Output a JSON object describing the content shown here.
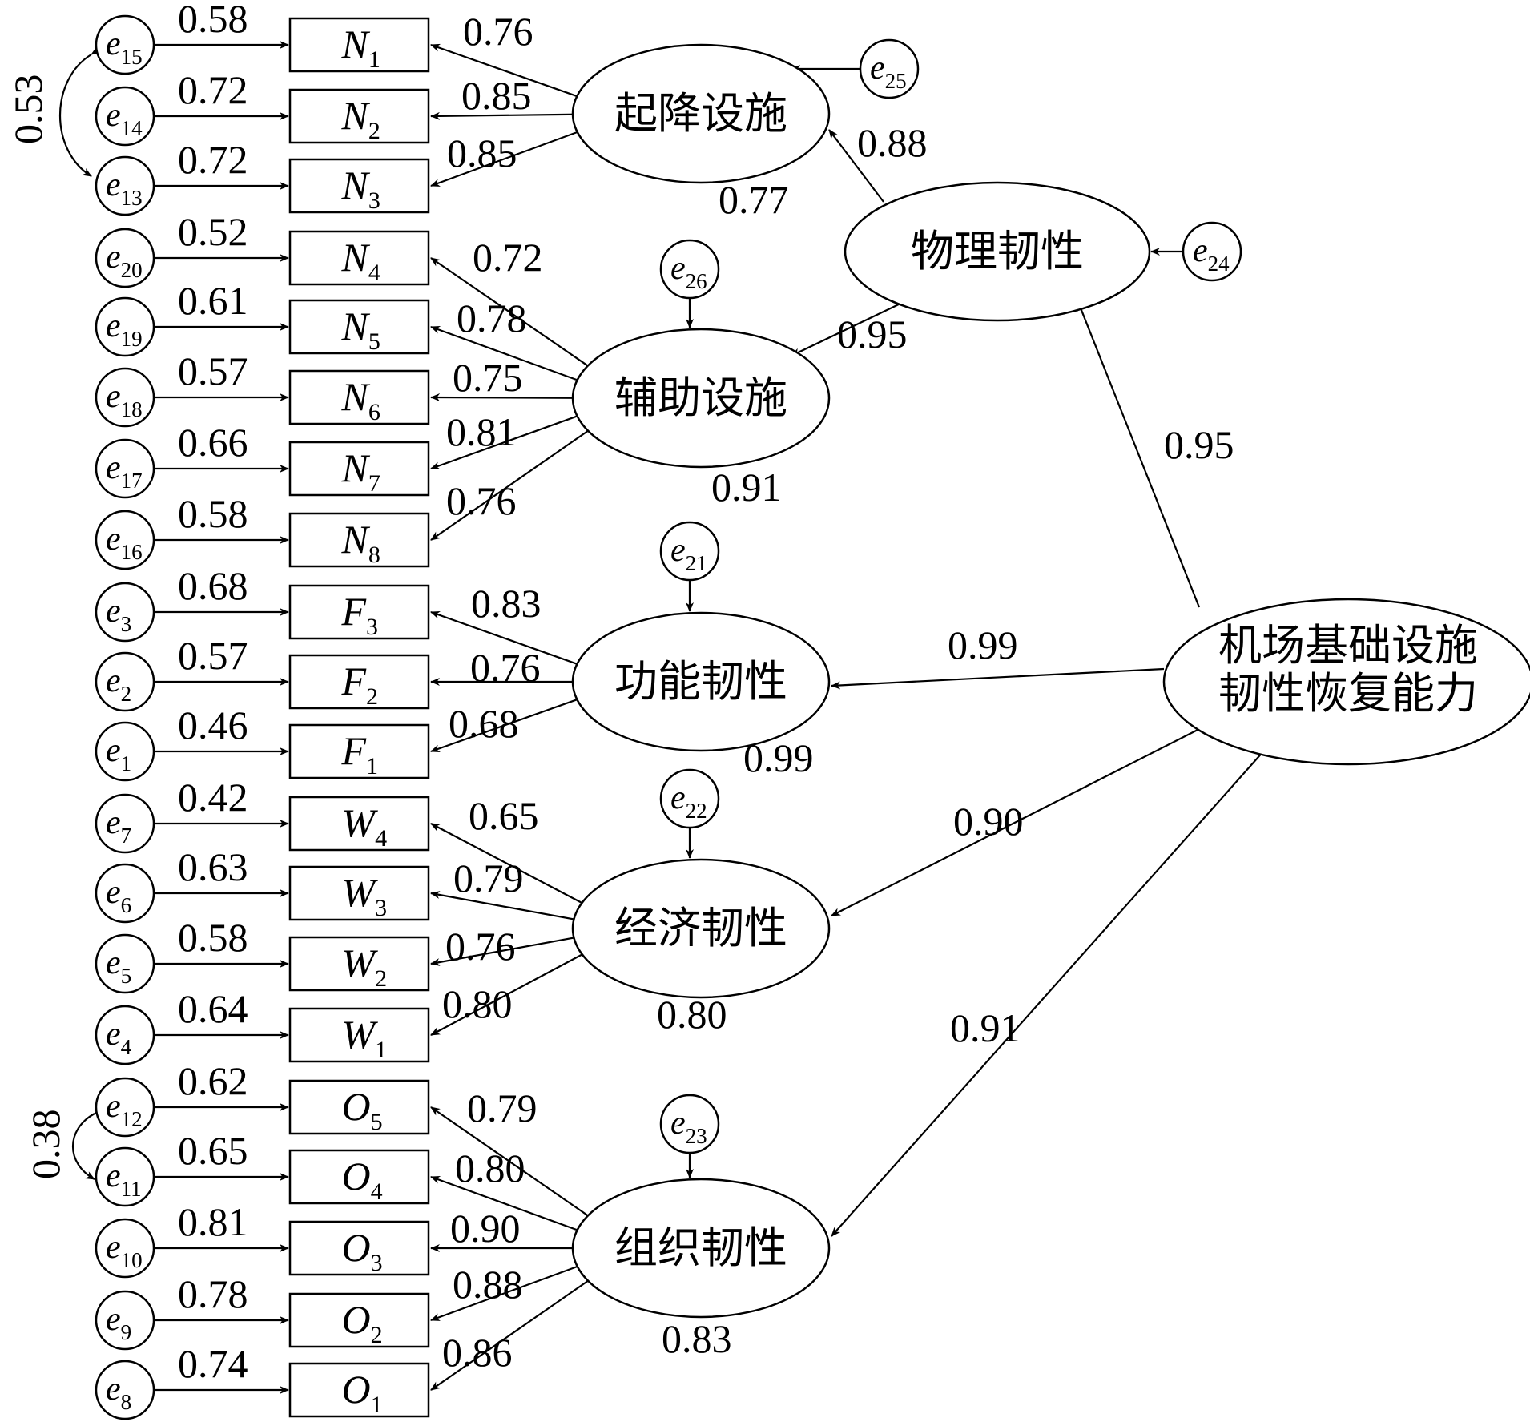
{
  "indicators": [
    {
      "id": "N1",
      "letter": "N",
      "sub": "1",
      "error": {
        "letter": "e",
        "sub": "15"
      },
      "error_loading": "0.58",
      "factor_loading": "0.76"
    },
    {
      "id": "N2",
      "letter": "N",
      "sub": "2",
      "error": {
        "letter": "e",
        "sub": "14"
      },
      "error_loading": "0.72",
      "factor_loading": "0.85"
    },
    {
      "id": "N3",
      "letter": "N",
      "sub": "3",
      "error": {
        "letter": "e",
        "sub": "13"
      },
      "error_loading": "0.72",
      "factor_loading": "0.85"
    },
    {
      "id": "N4",
      "letter": "N",
      "sub": "4",
      "error": {
        "letter": "e",
        "sub": "20"
      },
      "error_loading": "0.52",
      "factor_loading": "0.72"
    },
    {
      "id": "N5",
      "letter": "N",
      "sub": "5",
      "error": {
        "letter": "e",
        "sub": "19"
      },
      "error_loading": "0.61",
      "factor_loading": "0.78"
    },
    {
      "id": "N6",
      "letter": "N",
      "sub": "6",
      "error": {
        "letter": "e",
        "sub": "18"
      },
      "error_loading": "0.57",
      "factor_loading": "0.75"
    },
    {
      "id": "N7",
      "letter": "N",
      "sub": "7",
      "error": {
        "letter": "e",
        "sub": "17"
      },
      "error_loading": "0.66",
      "factor_loading": "0.81"
    },
    {
      "id": "N8",
      "letter": "N",
      "sub": "8",
      "error": {
        "letter": "e",
        "sub": "16"
      },
      "error_loading": "0.58",
      "factor_loading": "0.76"
    },
    {
      "id": "F3",
      "letter": "F",
      "sub": "3",
      "error": {
        "letter": "e",
        "sub": "3"
      },
      "error_loading": "0.68",
      "factor_loading": "0.83"
    },
    {
      "id": "F2",
      "letter": "F",
      "sub": "2",
      "error": {
        "letter": "e",
        "sub": "2"
      },
      "error_loading": "0.57",
      "factor_loading": "0.76"
    },
    {
      "id": "F1",
      "letter": "F",
      "sub": "1",
      "error": {
        "letter": "e",
        "sub": "1"
      },
      "error_loading": "0.46",
      "factor_loading": "0.68"
    },
    {
      "id": "W4",
      "letter": "W",
      "sub": "4",
      "error": {
        "letter": "e",
        "sub": "7"
      },
      "error_loading": "0.42",
      "factor_loading": "0.65"
    },
    {
      "id": "W3",
      "letter": "W",
      "sub": "3",
      "error": {
        "letter": "e",
        "sub": "6"
      },
      "error_loading": "0.63",
      "factor_loading": "0.79"
    },
    {
      "id": "W2",
      "letter": "W",
      "sub": "2",
      "error": {
        "letter": "e",
        "sub": "5"
      },
      "error_loading": "0.58",
      "factor_loading": "0.76"
    },
    {
      "id": "W1",
      "letter": "W",
      "sub": "1",
      "error": {
        "letter": "e",
        "sub": "4"
      },
      "error_loading": "0.64",
      "factor_loading": "0.80"
    },
    {
      "id": "O5",
      "letter": "O",
      "sub": "5",
      "error": {
        "letter": "e",
        "sub": "12"
      },
      "error_loading": "0.62",
      "factor_loading": "0.79"
    },
    {
      "id": "O4",
      "letter": "O",
      "sub": "4",
      "error": {
        "letter": "e",
        "sub": "11"
      },
      "error_loading": "0.65",
      "factor_loading": "0.80"
    },
    {
      "id": "O3",
      "letter": "O",
      "sub": "3",
      "error": {
        "letter": "e",
        "sub": "10"
      },
      "error_loading": "0.81",
      "factor_loading": "0.90"
    },
    {
      "id": "O2",
      "letter": "O",
      "sub": "2",
      "error": {
        "letter": "e",
        "sub": "9"
      },
      "error_loading": "0.78",
      "factor_loading": "0.88"
    },
    {
      "id": "O1",
      "letter": "O",
      "sub": "1",
      "error": {
        "letter": "e",
        "sub": "8"
      },
      "error_loading": "0.74",
      "factor_loading": "0.86"
    }
  ],
  "latent_factors": [
    {
      "id": "qijiang",
      "label": "起降设施",
      "indicators": [
        "N1",
        "N2",
        "N3"
      ],
      "r_squared": "0.77"
    },
    {
      "id": "fuzhu",
      "label": "辅助设施",
      "indicators": [
        "N4",
        "N5",
        "N6",
        "N7",
        "N8"
      ],
      "error": {
        "letter": "e",
        "sub": "26"
      },
      "r_squared": "0.91"
    },
    {
      "id": "gongneng",
      "label": "功能韧性",
      "indicators": [
        "F3",
        "F2",
        "F1"
      ],
      "error": {
        "letter": "e",
        "sub": "21"
      },
      "r_squared": "0.99"
    },
    {
      "id": "jingji",
      "label": "经济韧性",
      "indicators": [
        "W4",
        "W3",
        "W2",
        "W1"
      ],
      "error": {
        "letter": "e",
        "sub": "22"
      },
      "r_squared": "0.80"
    },
    {
      "id": "zuzhi",
      "label": "组织韧性",
      "indicators": [
        "O5",
        "O4",
        "O3",
        "O2",
        "O1"
      ],
      "error": {
        "letter": "e",
        "sub": "23"
      },
      "r_squared": "0.83"
    }
  ],
  "physical": {
    "label": "物理韧性",
    "error": {
      "letter": "e",
      "sub": "24"
    },
    "to_qijiang": "0.88",
    "to_fuzhu": "0.95",
    "qijiang_error": {
      "letter": "e",
      "sub": "25"
    }
  },
  "root": {
    "label_lines": [
      "机场基础设施",
      "韧性恢复能力"
    ],
    "to_physical": "0.95",
    "to_gongneng": "0.99",
    "to_jingji": "0.90",
    "to_zuzhi": "0.91"
  },
  "covariances": [
    {
      "from": "N1",
      "to": "N3",
      "value": "0.53"
    },
    {
      "from": "O5",
      "to": "O4",
      "value": "0.38"
    }
  ]
}
